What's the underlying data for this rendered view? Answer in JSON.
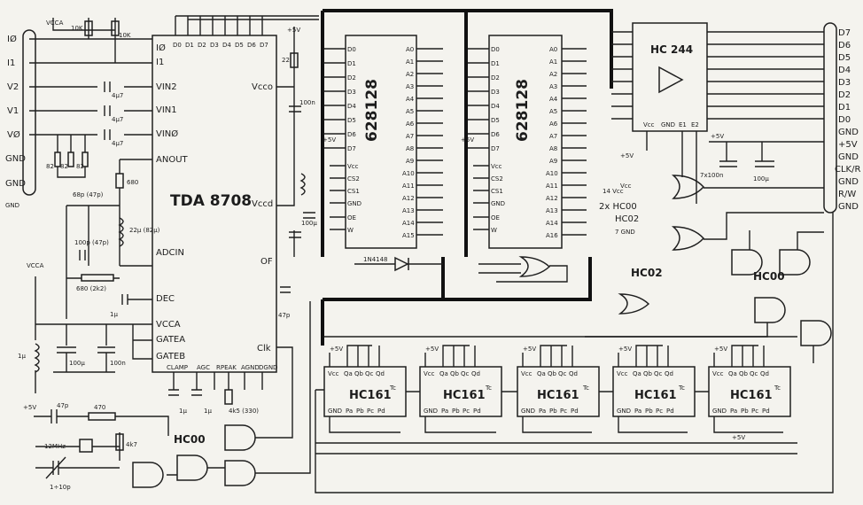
{
  "title": "TDA 8708",
  "chips": {
    "adc": "TDA 8708",
    "ram1": "628128",
    "ram2": "628128",
    "buffer": "HC 244",
    "counters": [
      "HC161",
      "HC161",
      "HC161",
      "HC161",
      "HC161"
    ],
    "gates": {
      "hc00_a": "HC00",
      "hc00_b": "HC00",
      "hc02_a": "HC02",
      "hc02_b": "HC02",
      "hc00_c": "HC00"
    }
  },
  "inputs_left": [
    "IØ",
    "I1",
    "V2",
    "V1",
    "VØ",
    "GND",
    "GND"
  ],
  "connector_right": [
    "D7",
    "D6",
    "D5",
    "D4",
    "D3",
    "D2",
    "D1",
    "D0",
    "GND",
    "+5V",
    "GND",
    "CLK/R",
    "GND",
    "R/W",
    "GND"
  ],
  "adc_pins_left": [
    "IØ",
    "I1",
    "VIN2",
    "VIN1",
    "VINØ",
    "ANOUT",
    "ADCIN",
    "DEC",
    "VCCA",
    "GATEA",
    "GATEB"
  ],
  "adc_pins_right": [
    "Vcco",
    "Vccd",
    "OF",
    "Clk"
  ],
  "adc_pins_bottom": [
    "CLAMP",
    "AGC",
    "RPEAK",
    "AGND",
    "DGND"
  ],
  "adc_data_pins": [
    "D0",
    "D1",
    "D2",
    "D3",
    "D4",
    "D5",
    "D6",
    "D7"
  ],
  "ram_data_pins": [
    "D0",
    "D1",
    "D2",
    "D3",
    "D4",
    "D5",
    "D6",
    "D7"
  ],
  "ram_addr_pins": [
    "A0",
    "A1",
    "A2",
    "A3",
    "A4",
    "A5",
    "A6",
    "A7",
    "A8",
    "A9",
    "A10",
    "A11",
    "A12",
    "A13",
    "A14",
    "A15",
    "A16"
  ],
  "ram_ctrl_pins": [
    "Vcc",
    "CS2",
    "CS1",
    "GND",
    "OE",
    "W"
  ],
  "counter_pins_top": [
    "Vcc",
    "Qa",
    "Qb",
    "Qc",
    "Qd",
    "Tc"
  ],
  "counter_pins_bottom": [
    "GND",
    "Pa",
    "Pb",
    "Pc",
    "Pd"
  ],
  "hc244_pins": [
    "Vcc",
    "GND",
    "E1",
    "E2"
  ],
  "components": {
    "r10k_a": "10K",
    "r10k_b": "10K",
    "c_4u7": "4μ7",
    "r82": "82",
    "c68p": "68p (47p)",
    "r680": "680",
    "l22u": "22μ (82μ)",
    "c100p": "100p (47p)",
    "r680b": "680 (2k2)",
    "c1u": "1μ",
    "l1u": "1μ",
    "c100u": "100μ",
    "c100n": "100n",
    "c47p": "47p",
    "r470": "470",
    "xtal": "12MHz",
    "r4k7": "4k7",
    "ctrim": "1÷10p",
    "r4k5": "4k5 (330)",
    "c1ua": "1μ",
    "c1ub": "1μ",
    "r22": "22",
    "c100n_b": "100n",
    "c100u_b": "100μ",
    "c7x100n": "7x100n",
    "c100u_c": "100μ",
    "diode": "1N4148",
    "c47p_b": "47p"
  },
  "supply_labels": {
    "vcca": "VCCA",
    "p5v": "+5V",
    "gnd": "GND",
    "vcc": "Vcc"
  },
  "gate_list": [
    "2x HC00",
    "HC02",
    "7 GND",
    "14 Vcc"
  ]
}
